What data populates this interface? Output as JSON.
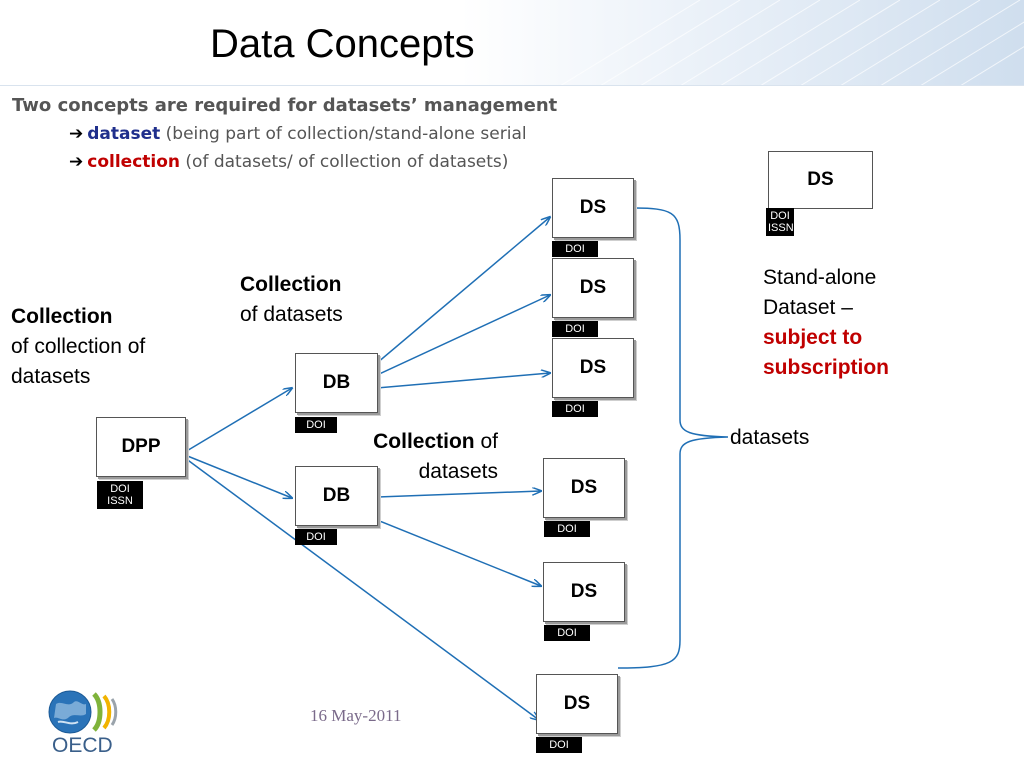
{
  "slide": {
    "title": "Data Concepts",
    "intro": {
      "line1": "Two concepts are required for datasets’ management",
      "line2_keyword": "dataset",
      "line2_rest": " (being part of collection/stand-alone serial",
      "line3_keyword": "collection",
      "line3_rest": " (of datasets/ of collection of datasets)"
    },
    "date": "16 May-2011",
    "logo_text": "OECD"
  },
  "labels": {
    "coll_of_coll_bold": "Collection",
    "coll_of_coll_rest1": "of collection of",
    "coll_of_coll_rest2": "datasets",
    "coll_ds_upper_bold": "Collection",
    "coll_ds_upper_rest": "of datasets",
    "coll_ds_lower_bold": "Collection",
    "coll_ds_lower_rest1": " of",
    "coll_ds_lower_rest2": "datasets",
    "standalone_1": "Stand-alone",
    "standalone_2": "Dataset –",
    "standalone_3": "subject to",
    "standalone_4": "subscription",
    "datasets": "datasets"
  },
  "nodes": {
    "dpp": {
      "label": "DPP",
      "tag1": "DOI",
      "tag2": "ISSN"
    },
    "db1": {
      "label": "DB",
      "tag1": "DOI"
    },
    "db2": {
      "label": "DB",
      "tag1": "DOI"
    },
    "ds1": {
      "label": "DS",
      "tag1": "DOI"
    },
    "ds2": {
      "label": "DS",
      "tag1": "DOI"
    },
    "ds3": {
      "label": "DS",
      "tag1": "DOI"
    },
    "ds4": {
      "label": "DS",
      "tag1": "DOI"
    },
    "ds5": {
      "label": "DS",
      "tag1": "DOI"
    },
    "ds6": {
      "label": "DS",
      "tag1": "DOI"
    },
    "ds_standalone": {
      "label": "DS",
      "tag1": "DOI",
      "tag2": "ISSN"
    }
  },
  "colors": {
    "arrow": "#1f6fb5",
    "keyword_blue": "#1f2f8c",
    "keyword_red": "#c00000"
  }
}
